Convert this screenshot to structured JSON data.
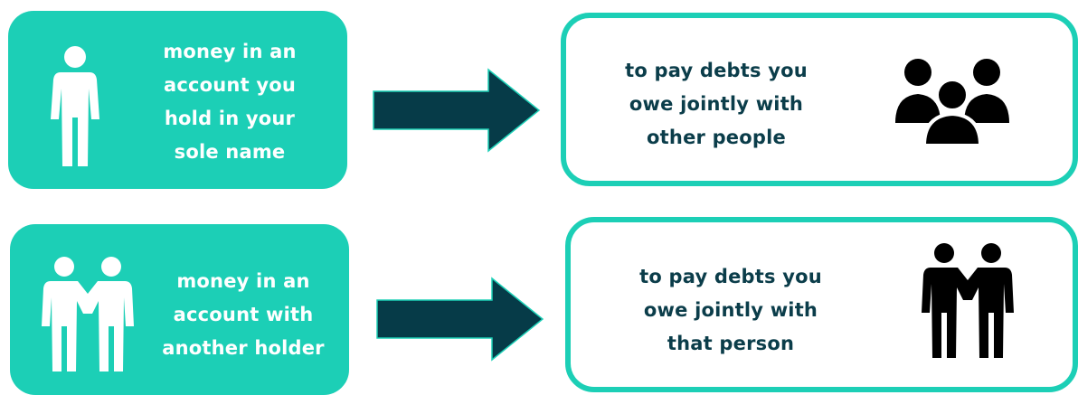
{
  "colors": {
    "accent": "#1ccfb6",
    "arrow": "#063b48",
    "dest_text": "#0b3d4a",
    "source_text": "#ffffff",
    "icon_dark": "#000000"
  },
  "rows": [
    {
      "source": {
        "icon": "single-person-icon",
        "lines": [
          "money in an",
          "account you",
          "hold in your",
          "sole name"
        ]
      },
      "destination": {
        "icon": "group-of-people-icon",
        "lines": [
          "to pay debts you",
          "owe jointly with",
          "other people"
        ]
      }
    },
    {
      "source": {
        "icon": "two-people-icon",
        "lines": [
          "money in an",
          "account with",
          "another holder"
        ]
      },
      "destination": {
        "icon": "two-people-icon",
        "lines": [
          "to pay debts you",
          "owe jointly with",
          "that person"
        ]
      }
    }
  ]
}
